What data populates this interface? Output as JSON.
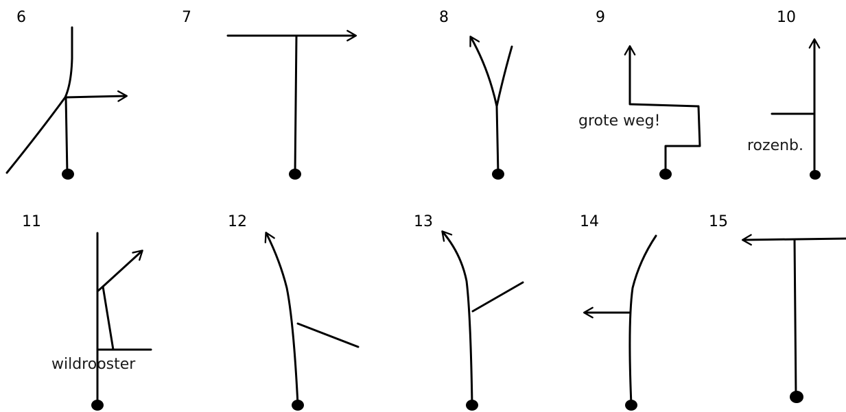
{
  "diagrams": [
    {
      "number": "6"
    },
    {
      "number": "7"
    },
    {
      "number": "8"
    },
    {
      "number": "9",
      "label": "grote weg!"
    },
    {
      "number": "10",
      "label": "rozenb."
    },
    {
      "number": "11",
      "label": "wildrooster"
    },
    {
      "number": "12"
    },
    {
      "number": "13"
    },
    {
      "number": "14"
    },
    {
      "number": "15"
    }
  ]
}
